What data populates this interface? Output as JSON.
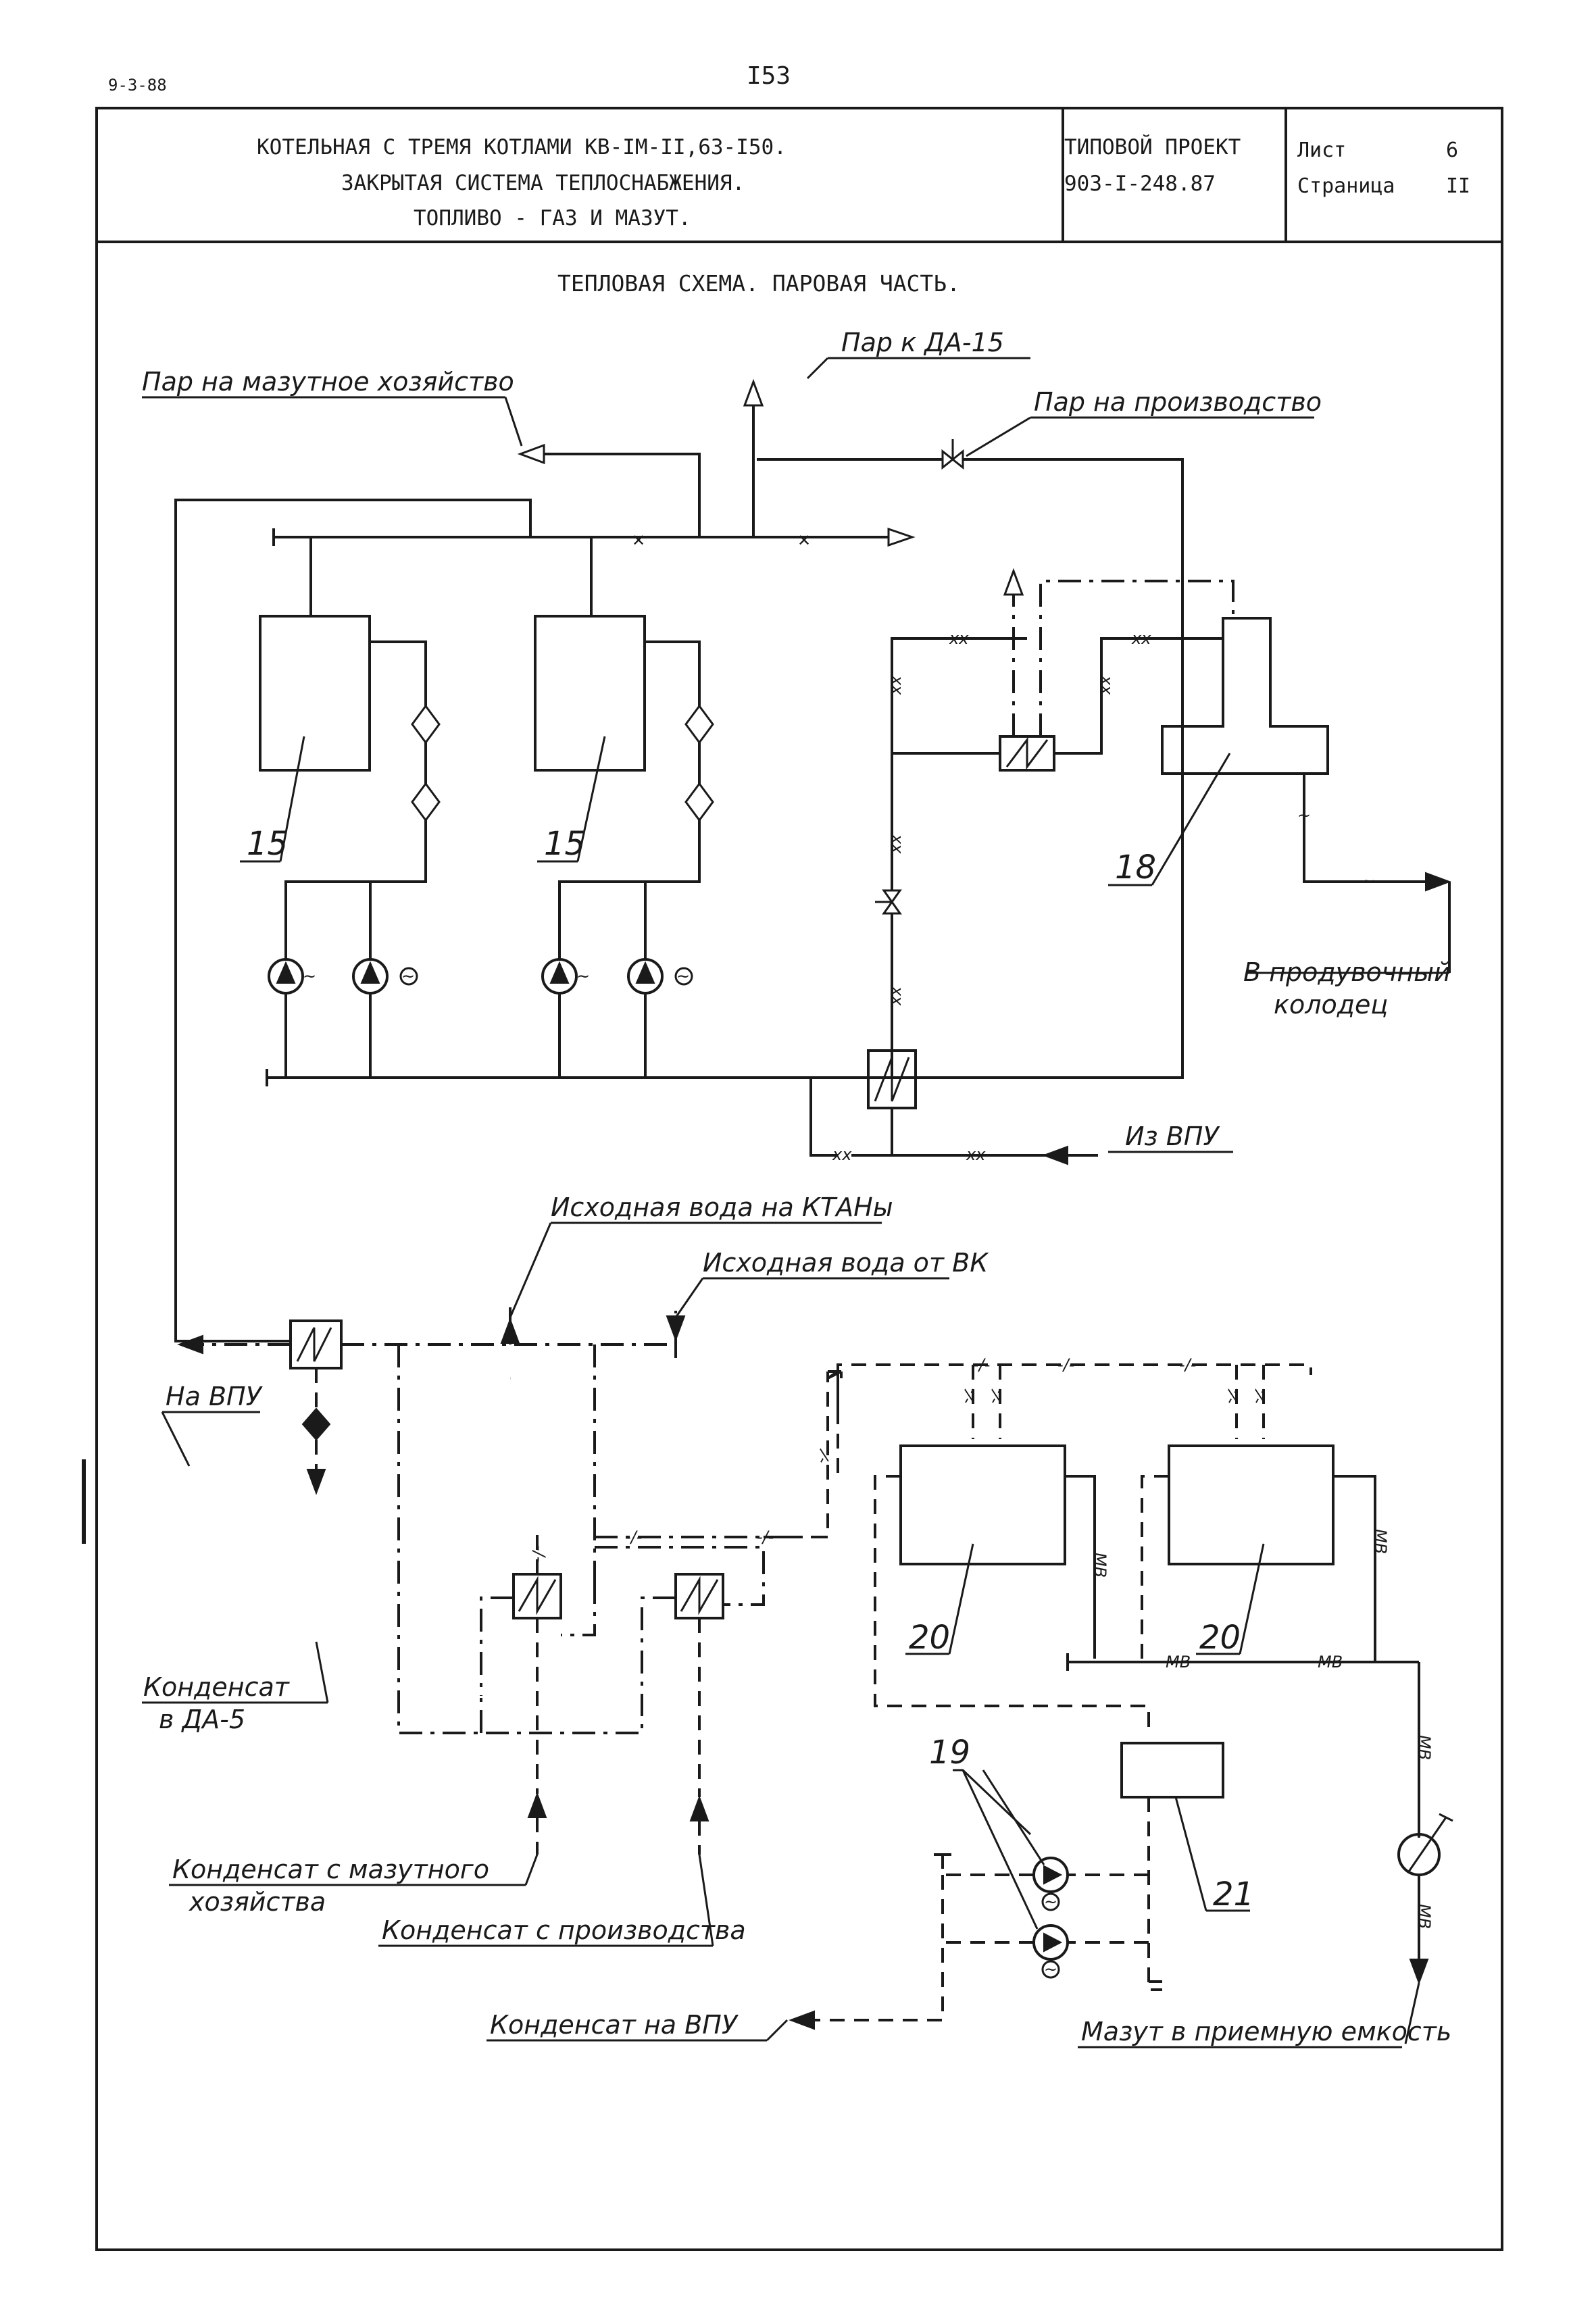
{
  "header": {
    "doc_code": "9-3-88",
    "page_number": "I53",
    "title_lines": [
      "КОТЕЛЬНАЯ С ТРЕМЯ КОТЛАМИ КВ-IМ-II,63-I50.",
      "ЗАКРЫТАЯ СИСТЕМА ТЕПЛОСНАБЖЕНИЯ.",
      "ТОПЛИВО - ГАЗ И МАЗУТ."
    ],
    "project_label": "ТИПОВОЙ ПРОЕКТ",
    "project_number": "903-I-248.87",
    "sheet_label": "Лист",
    "sheet_value": "6",
    "page_label": "Страница",
    "page_value": "II"
  },
  "diagram": {
    "title": "ТЕПЛОВАЯ СХЕМА. ПАРОВАЯ ЧАСТЬ.",
    "labels": {
      "steam_to_da15": "Пар к ДА-15",
      "steam_to_fuel_oil": "Пар на мазутное хозяйство",
      "steam_to_production": "Пар на производство",
      "to_blowdown_well_1": "В продувочный",
      "to_blowdown_well_2": "колодец",
      "from_vpu": "Из ВПУ",
      "raw_water_to_ktan": "Исходная вода на КТАНы",
      "raw_water_from_vk": "Исходная вода от ВК",
      "to_vpu": "На ВПУ",
      "condensate_to_da5_1": "Конденсат",
      "condensate_to_da5_2": "в ДА-5",
      "condensate_from_fuel_1": "Конденсат с мазутного",
      "condensate_from_fuel_2": "хозяйства",
      "condensate_from_production": "Конденсат с производства",
      "condensate_to_vpu": "Конденсат на ВПУ",
      "fuel_oil_to_tank": "Мазут в приемную емкость"
    },
    "equipment_numbers": {
      "boiler_left": "15",
      "boiler_right": "15",
      "separator": "18",
      "tank_left": "20",
      "tank_right": "20",
      "pumps": "19",
      "tank_small": "21"
    },
    "line_marks": {
      "chem_water": "xx",
      "steam": "-/-",
      "fuel_water": "МВ"
    }
  }
}
